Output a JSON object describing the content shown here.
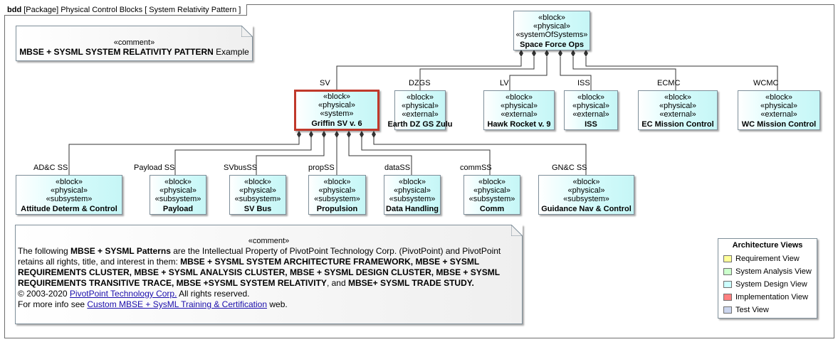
{
  "frame": {
    "kind": "bdd",
    "label": "[Package] Physical Control Blocks [ System Relativity Pattern ]"
  },
  "note_title": {
    "stereotype": "«comment»",
    "bold": "MBSE + SYSML SYSTEM RELATIVITY PATTERN",
    "rest": " Example"
  },
  "blocks": {
    "sfo": {
      "s1": "«block»",
      "s2": "«physical»",
      "s3": "«systemOfSystems»",
      "name": "Space Force Ops"
    },
    "sv": {
      "s1": "«block»",
      "s2": "«physical»",
      "s3": "«system»",
      "name": "Griffin SV v. 6"
    },
    "dz": {
      "s1": "«block»",
      "s2": "«physical»",
      "s3": "«external»",
      "name": "Earth DZ GS Zulu"
    },
    "lv": {
      "s1": "«block»",
      "s2": "«physical»",
      "s3": "«external»",
      "name": "Hawk Rocket v. 9"
    },
    "iss": {
      "s1": "«block»",
      "s2": "«physical»",
      "s3": "«external»",
      "name": "ISS"
    },
    "ecmc": {
      "s1": "«block»",
      "s2": "«physical»",
      "s3": "«external»",
      "name": "EC Mission Control"
    },
    "wcmc": {
      "s1": "«block»",
      "s2": "«physical»",
      "s3": "«external»",
      "name": "WC Mission Control"
    },
    "adc": {
      "s1": "«block»",
      "s2": "«physical»",
      "s3": "«subsystem»",
      "name": "Attitude Determ & Control"
    },
    "pay": {
      "s1": "«block»",
      "s2": "«physical»",
      "s3": "«subsystem»",
      "name": "Payload"
    },
    "bus": {
      "s1": "«block»",
      "s2": "«physical»",
      "s3": "«subsystem»",
      "name": "SV Bus"
    },
    "prop": {
      "s1": "«block»",
      "s2": "«physical»",
      "s3": "«subsystem»",
      "name": "Propulsion"
    },
    "data": {
      "s1": "«block»",
      "s2": "«physical»",
      "s3": "«subsystem»",
      "name": "Data Handling"
    },
    "comm": {
      "s1": "«block»",
      "s2": "«physical»",
      "s3": "«subsystem»",
      "name": "Comm"
    },
    "gnc": {
      "s1": "«block»",
      "s2": "«physical»",
      "s3": "«subsystem»",
      "name": "Guidance Nav & Control"
    }
  },
  "roles": {
    "sv": "SV",
    "dzgs": "DZGS",
    "lv": "LV",
    "iss": "ISS",
    "ecmc": "ECMC",
    "wcmc": "WCMC",
    "adc": "AD&C SS",
    "pay": "Payload SS",
    "bus": "SVbusSS",
    "prop": "propSS",
    "data": "dataSS",
    "comm": "commSS",
    "gnc": "GN&C SS"
  },
  "note_ip": {
    "stereotype": "«comment»",
    "p1a": "The following ",
    "p1b": "MBSE + SYSML Patterns",
    "p1c": " are the Intellectual Property of PivotPoint Technology Corp. (PivotPoint) and PivotPoint retains all rights, title, and interest in them: ",
    "p1d": "MBSE + SYSML SYSTEM ARCHITECTURE FRAMEWORK, MBSE + SYSML REQUIREMENTS CLUSTER, MBSE + SYSML ANALYSIS CLUSTER, MBSE + SYSML DESIGN CLUSTER, MBSE + SYSML  REQUIREMENTS TRANSITIVE TRACE, MBSE +SYSML SYSTEM RELATIVITY",
    "p1e": ", and ",
    "p1f": "MBSE+ SYSML TRADE STUDY.",
    "copy_a": "© 2003-2020 ",
    "copy_link": "PivotPoint Technology Corp.",
    "copy_b": " All rights reserved.",
    "more_a": "For more info see ",
    "more_link": "Custom MBSE + SysML Training & Certification",
    "more_b": " web."
  },
  "legend": {
    "title": "Architecture Views",
    "items": [
      {
        "label": "Requirement View",
        "color": "#ffff99"
      },
      {
        "label": "System Analysis View",
        "color": "#ccffcc"
      },
      {
        "label": "System Design View",
        "color": "#ccffff"
      },
      {
        "label": "Implementation View",
        "color": "#ff8080"
      },
      {
        "label": "Test View",
        "color": "#ccd6ee"
      }
    ]
  }
}
